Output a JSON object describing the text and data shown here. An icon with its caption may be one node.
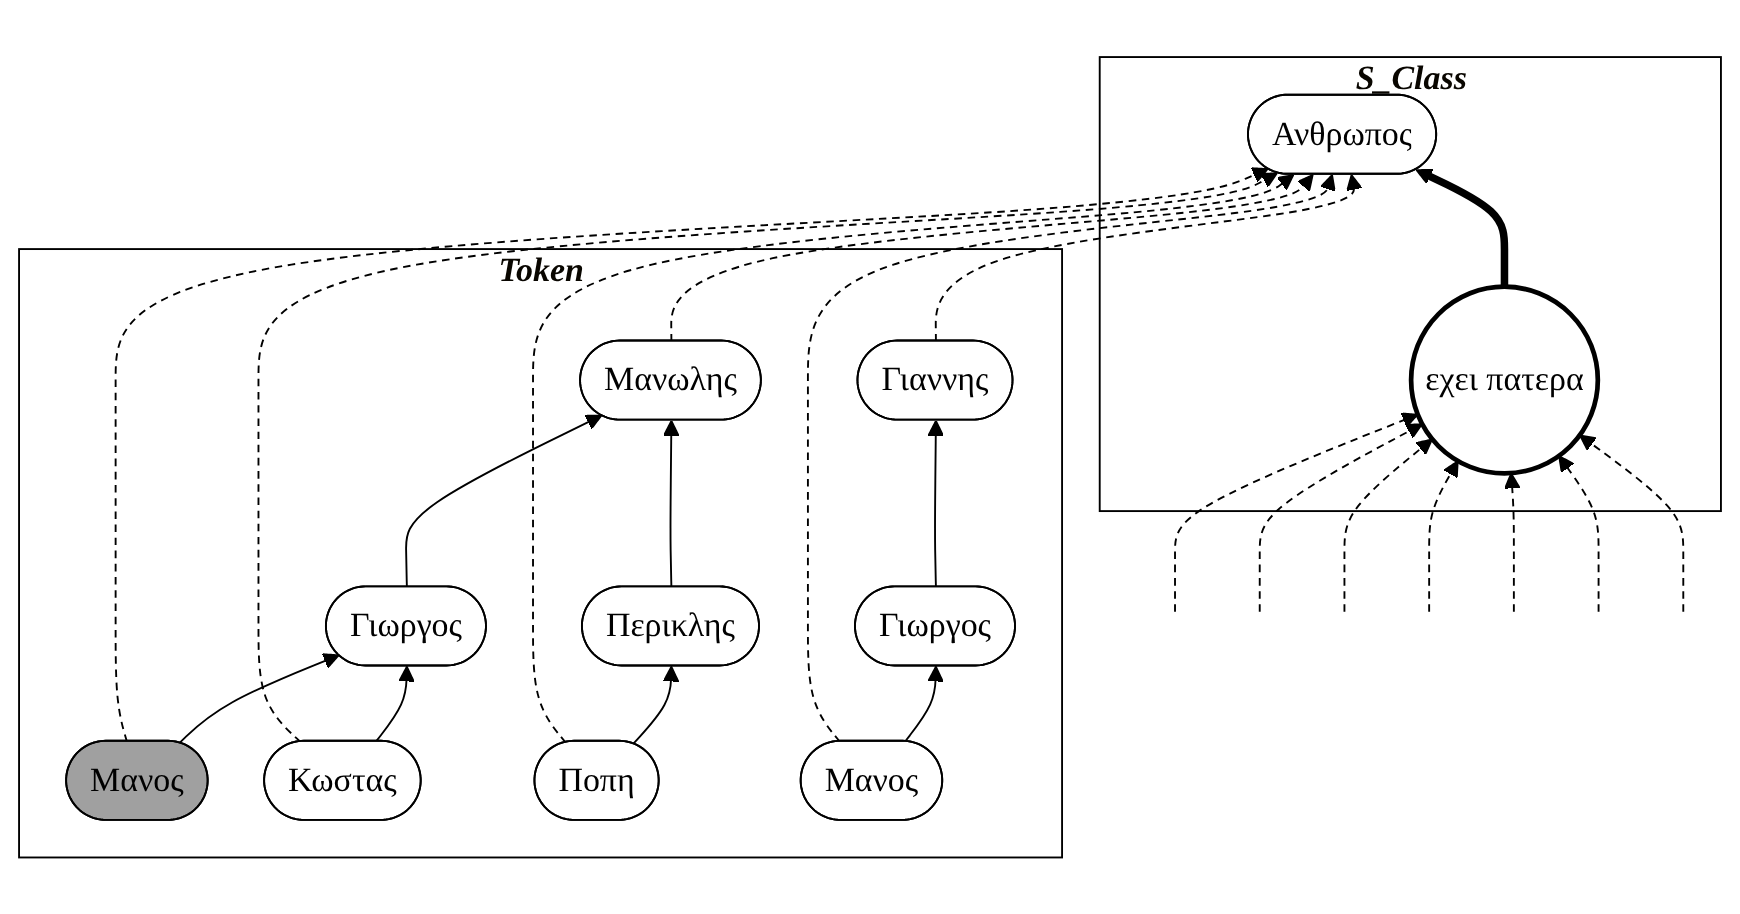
{
  "diagram": {
    "nodes": [
      {
        "text": [
          "S_Class"
        ]
      },
      {
        "text": [
          "Ανθρωπος"
        ],
        "in": 0
      },
      {
        "text": [
          "εχει πατερα"
        ],
        "in": 0
      },
      {
        "text": [
          "Token"
        ]
      },
      {
        "text": [
          "Μανος"
        ],
        "in": 3
      },
      {
        "text": [
          "Γιωργος"
        ],
        "in": 3
      },
      {
        "text": [
          "Μανωλης"
        ],
        "in": 3
      },
      {
        "text": [
          "Κωστας"
        ],
        "in": 3
      },
      {
        "text": [
          "Περικλης"
        ],
        "in": 3
      },
      {
        "text": [
          "Ποπη"
        ],
        "in": 3
      },
      {
        "text": [
          "Γιαννης"
        ],
        "in": 3
      },
      {
        "text": [
          "Γιωργος"
        ],
        "in": 3
      },
      {
        "text": [
          "Μανος"
        ],
        "in": 3
      }
    ],
    "edges": [
      {
        "from": 2,
        "to": 1,
        "arrow": "to",
        "style": "thick"
      },
      {
        "from": 4,
        "to": 5,
        "arrow": "to"
      },
      {
        "from": 7,
        "to": 5,
        "arrow": "to"
      },
      {
        "from": 5,
        "to": 6,
        "arrow": "to"
      },
      {
        "from": 8,
        "to": 6,
        "arrow": "to"
      },
      {
        "from": 9,
        "to": 8,
        "arrow": "to"
      },
      {
        "from": 12,
        "to": 11,
        "arrow": "to"
      },
      {
        "from": 11,
        "to": 10,
        "arrow": "to"
      },
      {
        "from": 6,
        "to": 1,
        "arrow": "to",
        "style": "dashed"
      },
      {
        "from": 10,
        "to": 1,
        "arrow": "to",
        "style": "dashed"
      },
      {
        "from": 4,
        "to": 1,
        "arrow": "to",
        "style": "dashed"
      },
      {
        "from": 7,
        "to": 1,
        "arrow": "to",
        "style": "dashed"
      },
      {
        "from": 9,
        "to": 1,
        "arrow": "to",
        "style": "dashed"
      },
      {
        "from": 12,
        "to": 1,
        "arrow": "to",
        "style": "dashed"
      },
      {
        "from": null,
        "to": 2,
        "arrow": "to",
        "style": "dashed"
      },
      {
        "from": null,
        "to": 2,
        "arrow": "to",
        "style": "dashed"
      },
      {
        "from": null,
        "to": 2,
        "arrow": "to",
        "style": "dashed"
      },
      {
        "from": null,
        "to": 2,
        "arrow": "to",
        "style": "dashed"
      },
      {
        "from": null,
        "to": 2,
        "arrow": "to",
        "style": "dashed"
      },
      {
        "from": null,
        "to": 2,
        "arrow": "to",
        "style": "dashed"
      },
      {
        "from": null,
        "to": 2,
        "arrow": "to",
        "style": "dashed"
      }
    ]
  }
}
